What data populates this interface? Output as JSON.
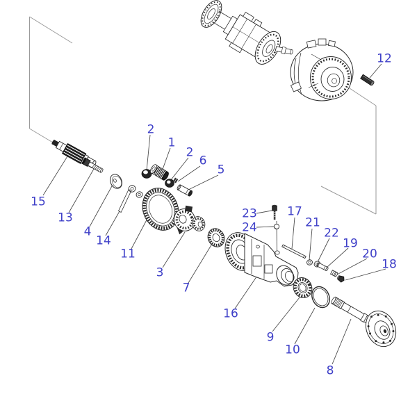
{
  "figure": {
    "type": "exploded-parts-diagram",
    "colors": {
      "label": "#3f40c8",
      "line": "#2b2b2b",
      "ink": "#242424",
      "leader": "#4d4d4d",
      "frame": "#9a9a9a",
      "background": "#ffffff"
    }
  },
  "callouts": [
    {
      "label": "2"
    },
    {
      "label": "1"
    },
    {
      "label": "2"
    },
    {
      "label": "6"
    },
    {
      "label": "5"
    },
    {
      "label": "15"
    },
    {
      "label": "13"
    },
    {
      "label": "4"
    },
    {
      "label": "14"
    },
    {
      "label": "11"
    },
    {
      "label": "3"
    },
    {
      "label": "7"
    },
    {
      "label": "12"
    },
    {
      "label": "23"
    },
    {
      "label": "24"
    },
    {
      "label": "17"
    },
    {
      "label": "21"
    },
    {
      "label": "22"
    },
    {
      "label": "19"
    },
    {
      "label": "20"
    },
    {
      "label": "18"
    },
    {
      "label": "16"
    },
    {
      "label": "9"
    },
    {
      "label": "10"
    },
    {
      "label": "8"
    }
  ]
}
